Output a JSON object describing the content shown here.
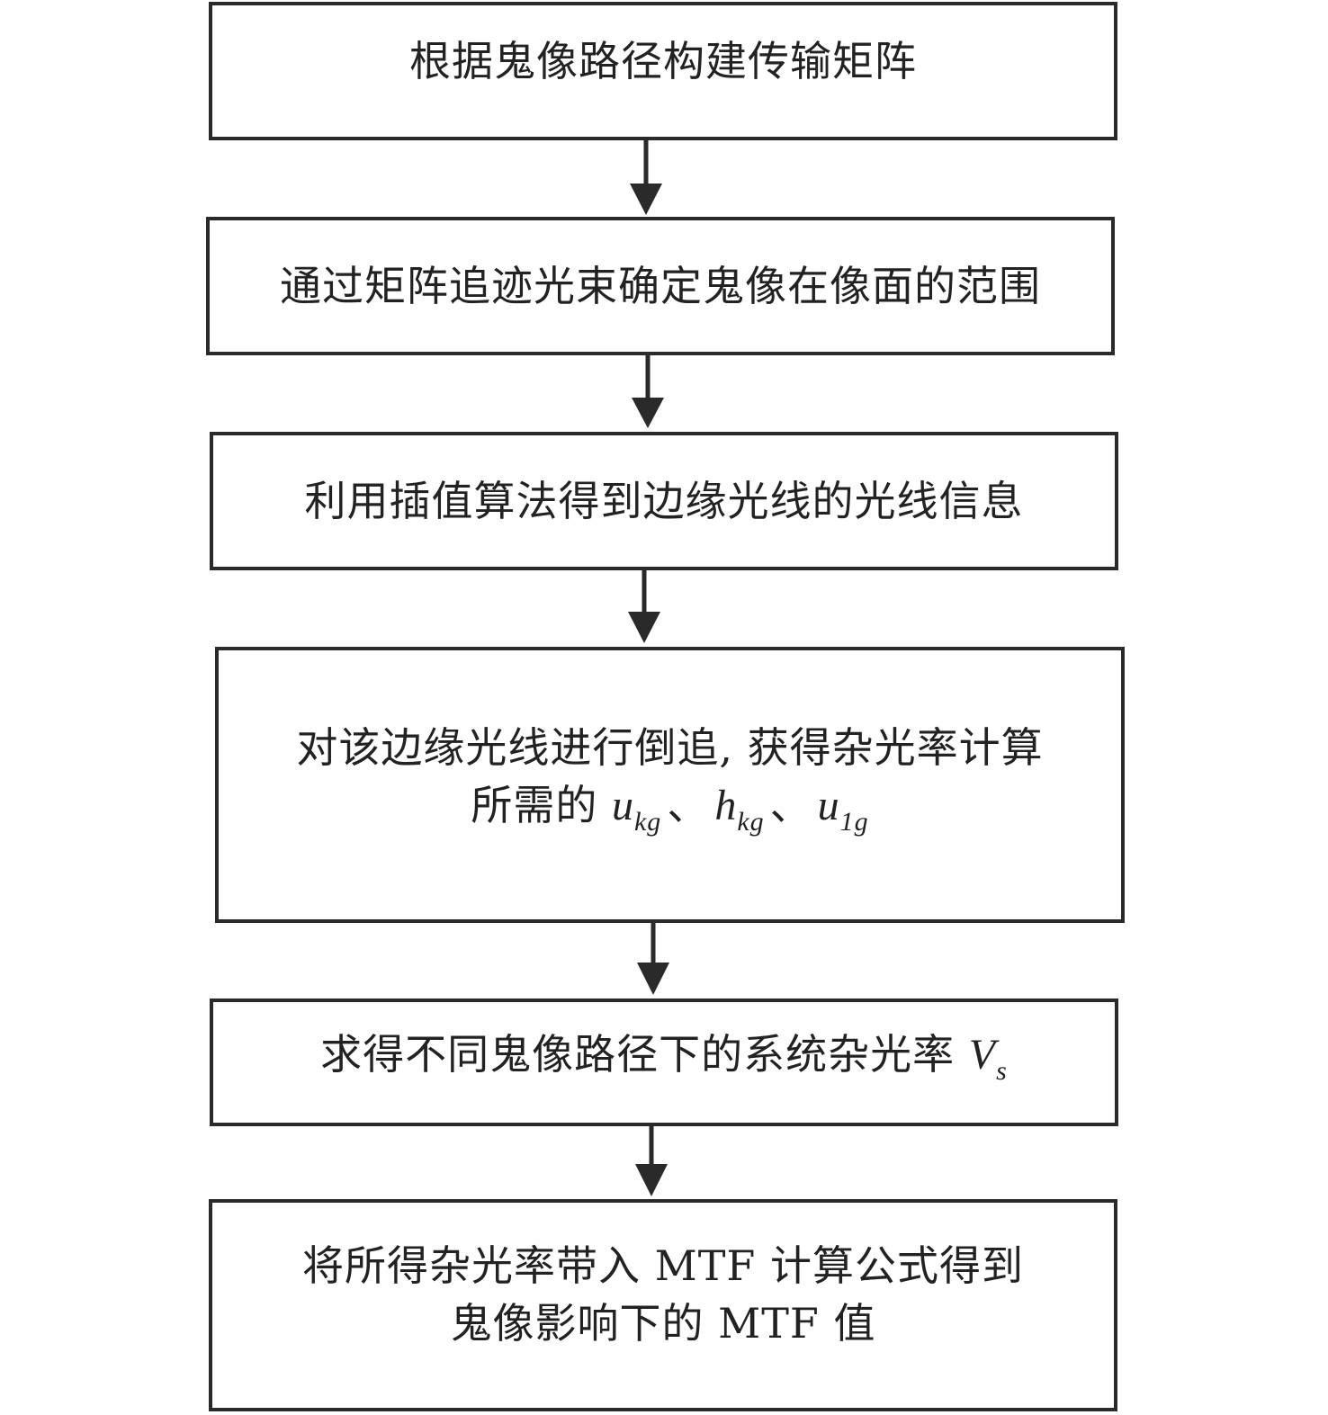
{
  "steps": [
    {
      "line1": "根据鬼像路径构建传输矩阵"
    },
    {
      "line1": "通过矩阵追迹光束确定鬼像在像面的范围"
    },
    {
      "line1": "利用插值算法得到边缘光线的光线信息"
    },
    {
      "line1": "对该边缘光线进行倒追, 获得杂光率计算",
      "line2_prefix": "所需的",
      "vars": [
        {
          "symbol": "u",
          "sub": "kg"
        },
        {
          "symbol": "h",
          "sub": "kg"
        },
        {
          "symbol": "u",
          "sub": "1g"
        }
      ],
      "separator": "、"
    },
    {
      "line1": "求得不同鬼像路径下的系统杂光率",
      "var": {
        "symbol": "V",
        "sub": "s"
      }
    },
    {
      "line1": "将所得杂光率带入 MTF 计算公式得到",
      "line2": "鬼像影响下的 MTF 值"
    }
  ],
  "colors": {
    "stroke": "#2a2a2a",
    "text": "#222222",
    "background": "#ffffff"
  }
}
